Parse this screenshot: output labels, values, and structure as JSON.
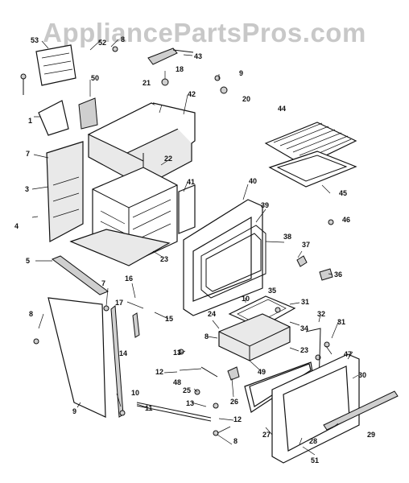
{
  "watermark": "AppliancePartsPros.com",
  "callouts": [
    "53",
    "52",
    "8",
    "43",
    "50",
    "18",
    "9",
    "21",
    "42",
    "20",
    "1",
    "7",
    "22",
    "44",
    "3",
    "41",
    "40",
    "4",
    "39",
    "45",
    "46",
    "38",
    "5",
    "37",
    "23",
    "16",
    "36",
    "10",
    "7",
    "35",
    "17",
    "15",
    "31",
    "8",
    "34",
    "24",
    "32",
    "31",
    "14",
    "8",
    "13",
    "23",
    "47",
    "12",
    "48",
    "49",
    "30",
    "25",
    "26",
    "10",
    "11",
    "13",
    "12",
    "29",
    "9",
    "27",
    "28",
    "8",
    "51"
  ]
}
